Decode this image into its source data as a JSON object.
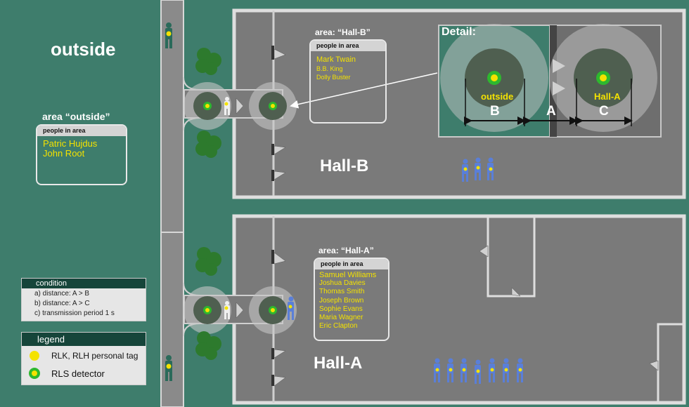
{
  "outside_title": "outside",
  "area_outside": {
    "title": "area “outside”",
    "header": "people in area",
    "people": [
      "Patric Hujdus",
      "John Root"
    ]
  },
  "area_hall_b": {
    "title": "area: “Hall-B”",
    "header": "people in area",
    "people": [
      "Mark Twain",
      "B.B. King",
      "Dolly Buster"
    ]
  },
  "area_hall_a": {
    "title": "area: “Hall-A”",
    "header": "people in area",
    "people": [
      "Samuel Williams",
      "Joshua  Davies",
      "Thomas Smith",
      "Joseph Brown",
      "Sophie Evans",
      "Maria Wagner",
      "Eric Clapton"
    ]
  },
  "hall_b_label": "Hall-B",
  "hall_a_label": "Hall-A",
  "detail": {
    "title": "Detail:",
    "left_label": "outside",
    "right_label": "Hall-A",
    "dist_b": "B",
    "dist_a": "A",
    "dist_c": "C"
  },
  "condition": {
    "title": "condition",
    "rows": [
      "a) distance: A > B",
      "b) distance: A > C",
      "c) transmission period 1 s"
    ]
  },
  "legend": {
    "title": "legend",
    "tag_label": "RLK, RLH personal tag",
    "detector_label": "RLS detector"
  },
  "colors": {
    "background": "#3e7d6c",
    "floor": "#7a7a7a",
    "tag": "#f4e200",
    "detector_ring": "#2eb82e",
    "person": "#5a7fd8",
    "bush": "#2d7a2d"
  }
}
